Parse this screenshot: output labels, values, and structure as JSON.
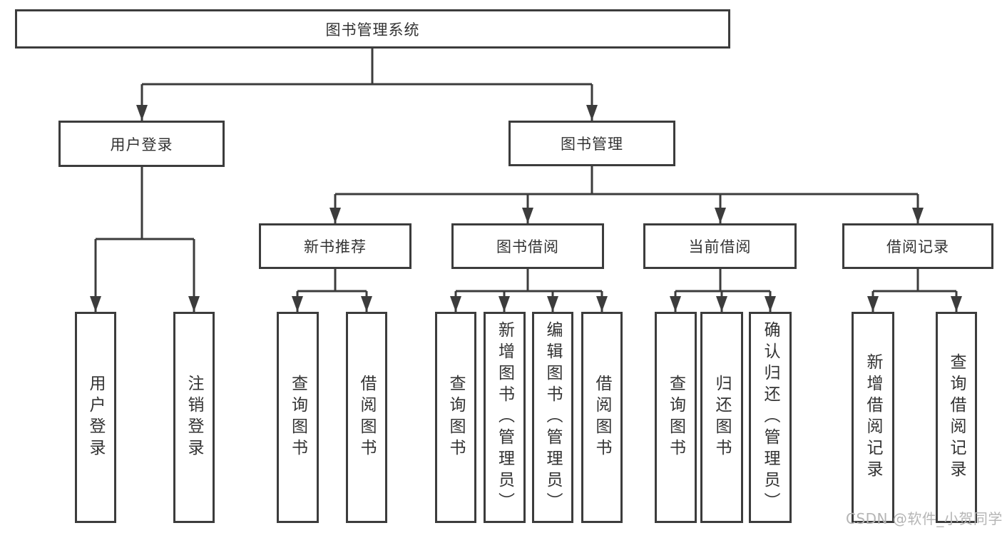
{
  "tree": {
    "label": "图书管理系统",
    "children": [
      {
        "label": "用户登录",
        "children": [
          {
            "label": "用户登录"
          },
          {
            "label": "注销登录"
          }
        ]
      },
      {
        "label": "图书管理",
        "children": [
          {
            "label": "新书推荐",
            "children": [
              {
                "label": "查询图书"
              },
              {
                "label": "借阅图书"
              }
            ]
          },
          {
            "label": "图书借阅",
            "children": [
              {
                "label": "查询图书"
              },
              {
                "label": "新增图书（管理员）"
              },
              {
                "label": "编辑图书（管理员）"
              },
              {
                "label": "借阅图书"
              }
            ]
          },
          {
            "label": "当前借阅",
            "children": [
              {
                "label": "查询图书"
              },
              {
                "label": "归还图书"
              },
              {
                "label": "确认归还（管理员）"
              }
            ]
          },
          {
            "label": "借阅记录",
            "children": [
              {
                "label": "新增借阅记录"
              },
              {
                "label": "查询借阅记录"
              }
            ]
          }
        ]
      }
    ]
  },
  "watermark": {
    "text": "CSDN @软件_小贺同学"
  },
  "colors": {
    "line": "#3c3c3c",
    "box_border": "#3c3c3c",
    "text": "#333333",
    "background": "#ffffff",
    "watermark": "#b5b5b5"
  }
}
